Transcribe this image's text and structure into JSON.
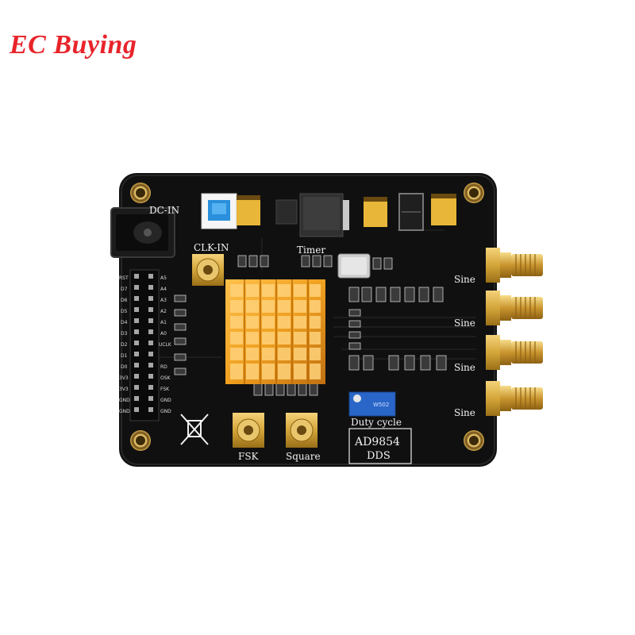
{
  "brand": "EC Buying",
  "labels": {
    "dc_in": "DC-IN",
    "clk_in": "CLK-IN",
    "timer": "Timer",
    "sine1": "Sine",
    "sine2": "Sine",
    "sine3": "Sine",
    "sine4": "Sine",
    "fsk": "FSK",
    "square": "Square",
    "duty_cycle": "Duty cycle",
    "chip": "AD9854",
    "dds": "DDS"
  },
  "header_pins_left": [
    "RST",
    "D7",
    "D6",
    "D5",
    "D4",
    "D3",
    "D2",
    "D1",
    "D0",
    "3V3",
    "3V3",
    "GND",
    "GND"
  ],
  "header_pins_right": [
    "A5",
    "A4",
    "A3",
    "A2",
    "A1",
    "A0",
    "UCLK",
    "RD",
    "",
    "OSK",
    "FSK",
    "GND",
    "GND"
  ],
  "colors": {
    "pcb": "#101010",
    "silkscreen": "#f2f2f2",
    "gold": "#d4a63a",
    "heatsink": "#f0a020",
    "brand_red": "#e8242a",
    "potentiometer": "#2a66c8"
  }
}
